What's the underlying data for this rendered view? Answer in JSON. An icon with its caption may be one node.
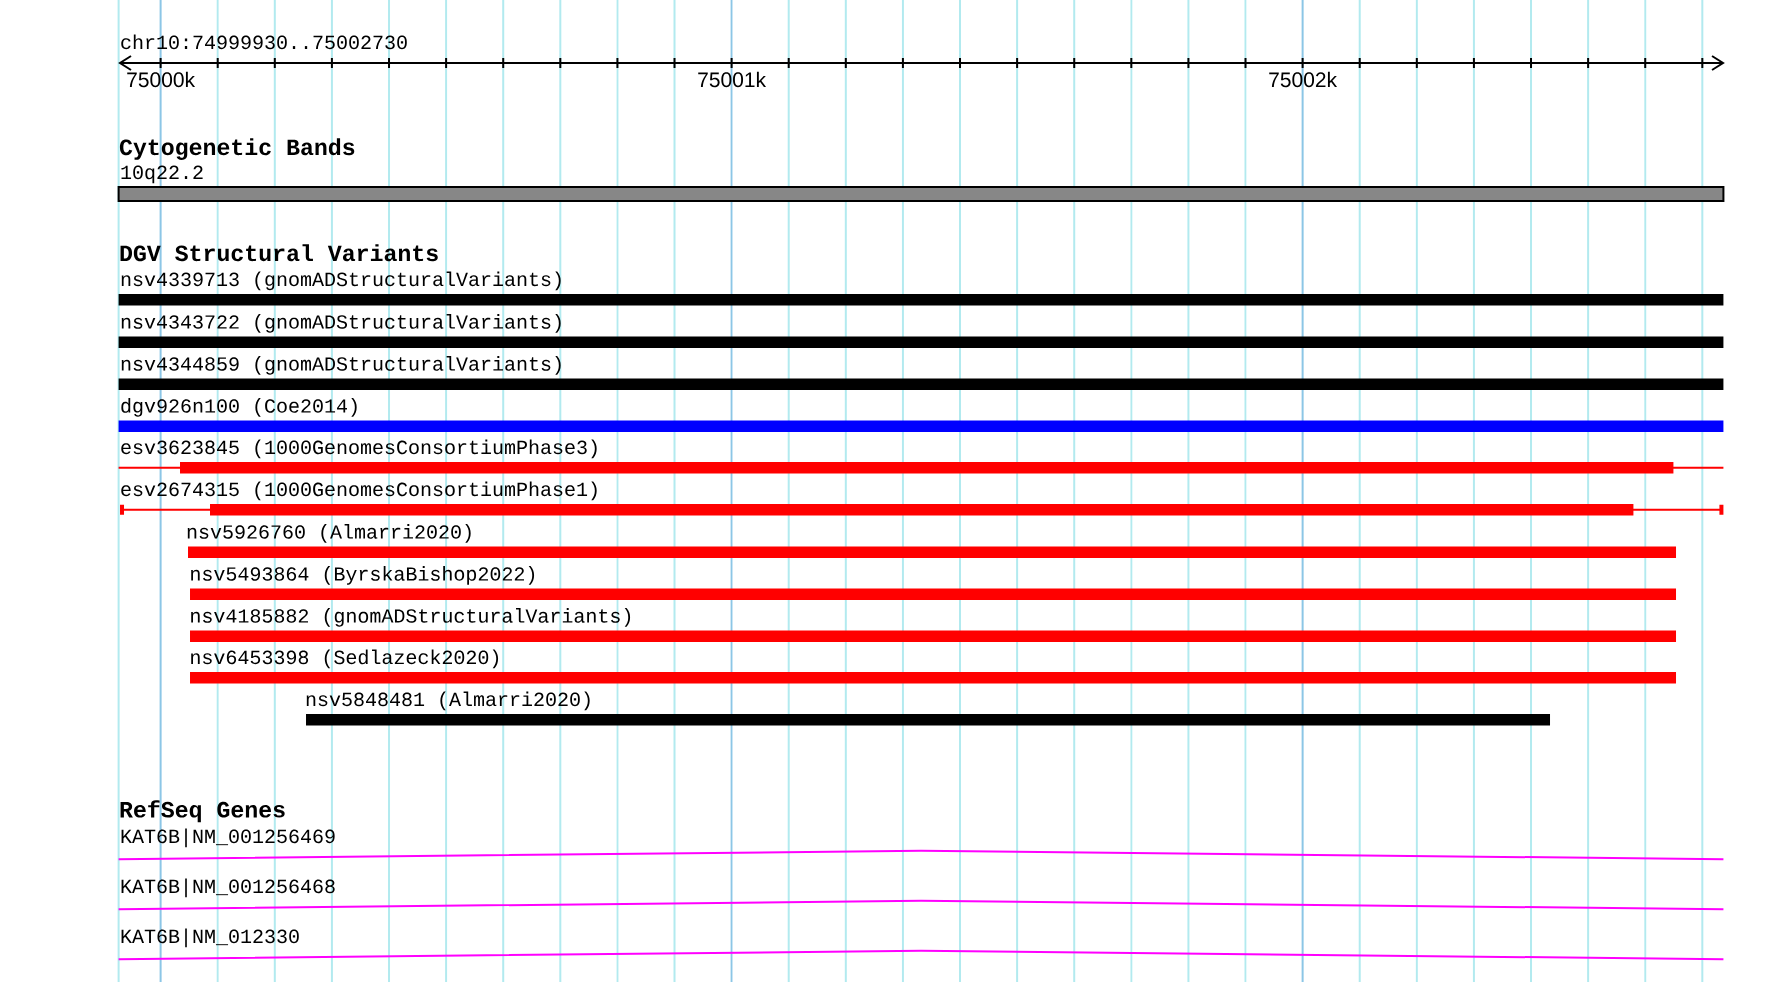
{
  "diagram": {
    "nodes": [
      {
        "text": [
          "10q22.2"
        ]
      },
      {
        "text": [
          "nsv4339713 (gnomADStructuralVariants)"
        ]
      },
      {
        "text": [
          "nsv4343722 (gnomADStructuralVariants)"
        ]
      },
      {
        "text": [
          "nsv4344859 (gnomADStructuralVariants)"
        ]
      },
      {
        "text": [
          "dgv926n100 (Coe2014)"
        ]
      },
      {
        "text": [
          "esv3623845 (1000GenomesConsortiumPhase3)"
        ]
      },
      {
        "text": [
          "esv2674315 (1000GenomesConsortiumPhase1)"
        ]
      },
      {
        "text": [
          "nsv5926760 (Almarri2020)"
        ]
      },
      {
        "text": [
          "nsv5493864 (ByrskaBishop2022)"
        ]
      },
      {
        "text": [
          "nsv4185882 (gnomADStructuralVariants)"
        ]
      },
      {
        "text": [
          "nsv6453398 (Sedlazeck2020)"
        ]
      },
      {
        "text": [
          "nsv5848481 (Almarri2020)"
        ]
      },
      {
        "text": [
          "KAT6B|NM_001256469"
        ]
      },
      {
        "text": [
          "KAT6B|NM_001256468"
        ]
      },
      {
        "text": [
          "KAT6B|NM_012330"
        ]
      }
    ],
    "labels": [
      "chr10:74999930..75002730",
      "75000k",
      "75001k",
      "75002k",
      "Cytogenetic Bands",
      "DGV Structural Variants",
      "RefSeq Genes"
    ]
  }
}
